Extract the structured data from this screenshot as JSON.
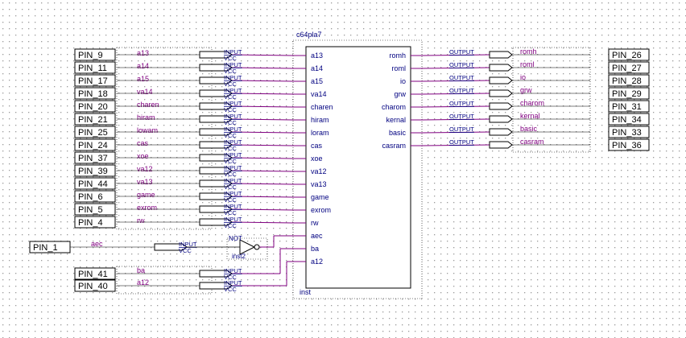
{
  "component": {
    "title": "c64pla7",
    "instance": "inst",
    "inputs": [
      "a13",
      "a14",
      "a15",
      "va14",
      "charen",
      "hiram",
      "loram",
      "cas",
      "xoe",
      "va12",
      "va13",
      "game",
      "exrom",
      "rw",
      "aec",
      "ba",
      "a12"
    ],
    "outputs": [
      "romh",
      "roml",
      "io",
      "grw",
      "charom",
      "kernal",
      "basic",
      "casram"
    ]
  },
  "input_pins": [
    {
      "pin": "PIN_9",
      "signal": "a13"
    },
    {
      "pin": "PIN_11",
      "signal": "a14"
    },
    {
      "pin": "PIN_17",
      "signal": "a15"
    },
    {
      "pin": "PIN_18",
      "signal": "va14"
    },
    {
      "pin": "PIN_20",
      "signal": "charen"
    },
    {
      "pin": "PIN_21",
      "signal": "hiram"
    },
    {
      "pin": "PIN_25",
      "signal": "lowam"
    },
    {
      "pin": "PIN_24",
      "signal": "cas"
    },
    {
      "pin": "PIN_37",
      "signal": "xoe"
    },
    {
      "pin": "PIN_39",
      "signal": "va12"
    },
    {
      "pin": "PIN_44",
      "signal": "va13"
    },
    {
      "pin": "PIN_6",
      "signal": "game"
    },
    {
      "pin": "PIN_5",
      "signal": "exrom"
    },
    {
      "pin": "PIN_4",
      "signal": "rw"
    }
  ],
  "aec_pin": {
    "pin": "PIN_1",
    "signal": "aec"
  },
  "lower_pins": [
    {
      "pin": "PIN_41",
      "signal": "ba"
    },
    {
      "pin": "PIN_40",
      "signal": "a12"
    }
  ],
  "output_pins": [
    {
      "pin": "PIN_26",
      "signal": "romh"
    },
    {
      "pin": "PIN_27",
      "signal": "roml"
    },
    {
      "pin": "PIN_28",
      "signal": "io"
    },
    {
      "pin": "PIN_29",
      "signal": "grw"
    },
    {
      "pin": "PIN_31",
      "signal": "charom"
    },
    {
      "pin": "PIN_34",
      "signal": "kernal"
    },
    {
      "pin": "PIN_33",
      "signal": "basic"
    },
    {
      "pin": "PIN_36",
      "signal": "casram"
    }
  ],
  "symbols": {
    "input_tag": "INPUT",
    "output_tag": "OUTPUT",
    "vcc_label": "VCC",
    "not_gate_title": "NOT",
    "not_gate_instance": "inst2"
  },
  "colors": {
    "wire": "#800080",
    "symbol": "#000000",
    "component_text": "#000080",
    "grid_dot": "#9a9a9a"
  }
}
